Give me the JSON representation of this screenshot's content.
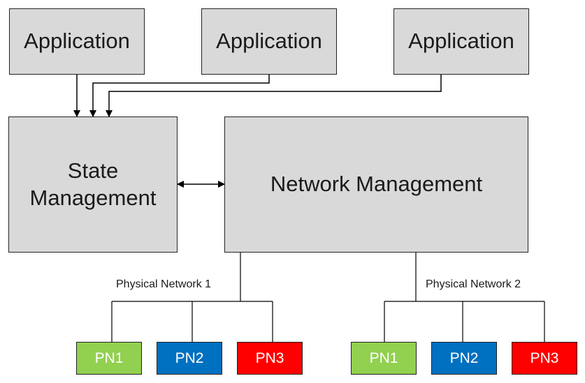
{
  "applications": [
    {
      "label": "Application"
    },
    {
      "label": "Application"
    },
    {
      "label": "Application"
    }
  ],
  "state_management": {
    "label": "State\nManagement"
  },
  "network_management": {
    "label": "Network Management"
  },
  "physical_networks": [
    {
      "label": "Physical Network 1",
      "nodes": [
        {
          "label": "PN1",
          "color": "#92d050"
        },
        {
          "label": "PN2",
          "color": "#0070c0"
        },
        {
          "label": "PN3",
          "color": "#ff0000"
        }
      ]
    },
    {
      "label": "Physical Network 2",
      "nodes": [
        {
          "label": "PN1",
          "color": "#92d050"
        },
        {
          "label": "PN2",
          "color": "#0070c0"
        },
        {
          "label": "PN3",
          "color": "#ff0000"
        }
      ]
    }
  ],
  "colors": {
    "box_fill": "#d9d9d9",
    "border": "#222222",
    "pn1": "#92d050",
    "pn2": "#0070c0",
    "pn3": "#ff0000"
  }
}
